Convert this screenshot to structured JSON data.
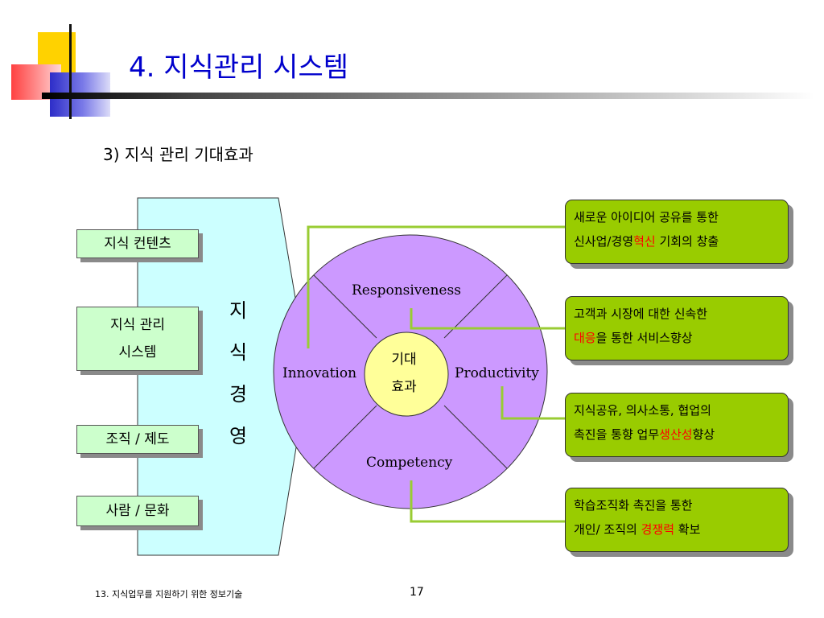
{
  "title": "4. 지식관리 시스템",
  "subtitle": "3)  지식 관리 기대효과",
  "left_boxes": [
    {
      "text": "지식 컨텐츠"
    },
    {
      "line1": "지식 관리",
      "line2": "시스템"
    },
    {
      "text": "조직 / 제도"
    },
    {
      "text": "사람 / 문화"
    }
  ],
  "vertical_label": [
    "지",
    "식",
    "경",
    "영"
  ],
  "circle": {
    "top": "Responsiveness",
    "left": "Innovation",
    "right": "Productivity",
    "bottom": "Competency",
    "center_line1": "기대",
    "center_line2": "효과"
  },
  "callouts": [
    {
      "line1": "새로운 아이디어 공유를 통한",
      "line2_pre": "신사업/경영",
      "line2_hl": "혁신",
      "line2_post": " 기회의 창출"
    },
    {
      "line1": "고객과 시장에 대한 신속한",
      "line2_pre": "",
      "line2_hl": "대응",
      "line2_post": "을 통한 서비스향상"
    },
    {
      "line1": "지식공유, 의사소통, 협업의",
      "line2_pre": "촉진을 통향 업무",
      "line2_hl": "생산성",
      "line2_post": "향상"
    },
    {
      "line1": "학습조직화 촉진을 통한",
      "line2_pre": "개인/ 조직의 ",
      "line2_hl": "경쟁력",
      "line2_post": " 확보"
    }
  ],
  "colors": {
    "title": "#0000cc",
    "left_box_fill": "#ccffcc",
    "funnel_fill": "#ccffff",
    "circle_fill": "#cc99ff",
    "center_fill": "#ffff99",
    "callout_fill": "#99cc00",
    "connector": "#99cc33",
    "highlight": "#ff0000"
  },
  "footer": {
    "left": "13. 지식업무를 지원하기 위한 정보기술",
    "page": "17"
  }
}
